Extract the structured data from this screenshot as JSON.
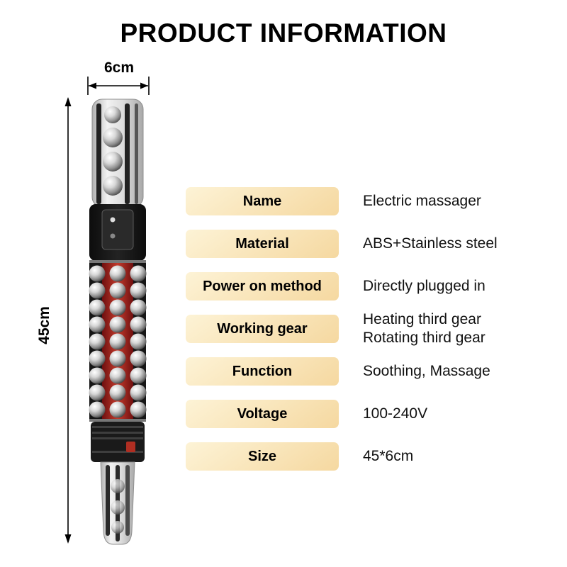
{
  "title": "PRODUCT INFORMATION",
  "dimensions": {
    "width": "6cm",
    "height": "45cm"
  },
  "specs": [
    {
      "label": "Name",
      "value": "Electric massager"
    },
    {
      "label": "Material",
      "value": "ABS+Stainless steel"
    },
    {
      "label": "Power on method",
      "value": "Directly plugged in"
    },
    {
      "label": "Working gear",
      "value": "Heating third gear\nRotating third gear"
    },
    {
      "label": "Function",
      "value": "Soothing, Massage"
    },
    {
      "label": "Voltage",
      "value": "100-240V"
    },
    {
      "label": "Size",
      "value": "45*6cm"
    }
  ],
  "product": {
    "description": "Electric massager roller stick with transparent handles, control panel and chrome massage balls"
  },
  "colors": {
    "title_color": "#000000",
    "label_gradient_start": "#fdf3d6",
    "label_gradient_end": "#f5d8a0",
    "value_color": "#111111",
    "red_accent": "#b02e22"
  }
}
